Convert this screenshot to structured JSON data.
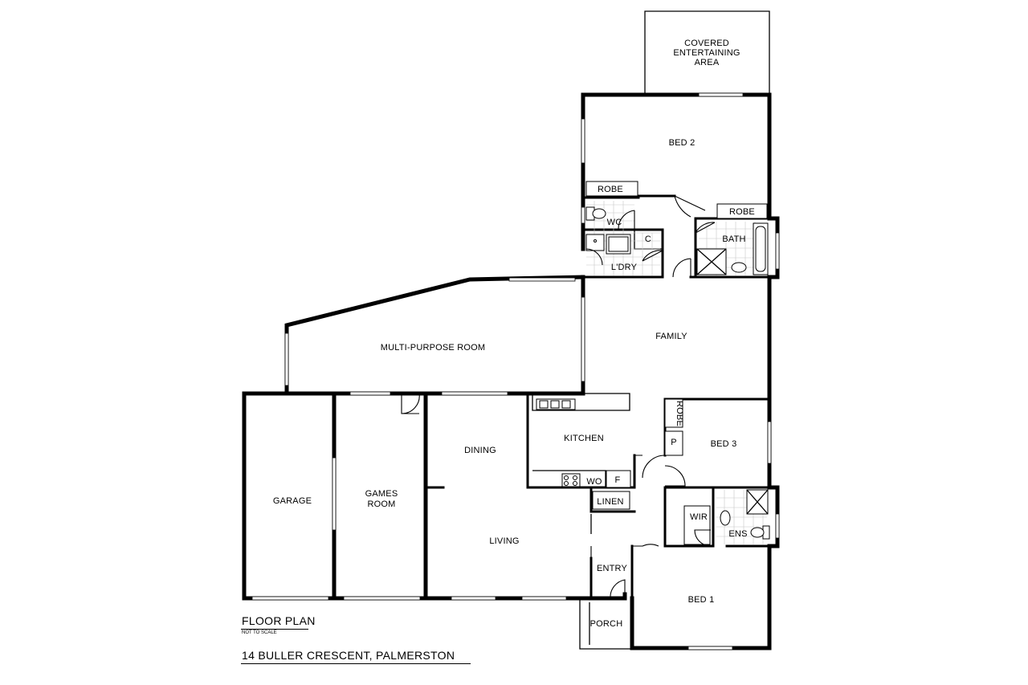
{
  "plan": {
    "title": "FLOOR PLAN",
    "note": "NOT TO SCALE",
    "address": "14 BULLER CRESCENT, PALMERSTON"
  },
  "rooms": {
    "covered_line1": "COVERED",
    "covered_line2": "ENTERTAINING",
    "covered_line3": "AREA",
    "bed2": "BED 2",
    "robe_left": "ROBE",
    "robe_right": "ROBE",
    "wc": "WC",
    "c": "C",
    "ldry": "L'DRY",
    "bath": "BATH",
    "multi": "MULTI-PURPOSE ROOM",
    "family": "FAMILY",
    "kitchen": "KITCHEN",
    "dining": "DINING",
    "robe_vertical": "ROBE",
    "p": "P",
    "bed3": "BED 3",
    "wo": "WO",
    "f": "F",
    "linen": "LINEN",
    "wir": "WIR",
    "ens": "ENS",
    "garage": "GARAGE",
    "games_line1": "GAMES",
    "games_line2": "ROOM",
    "living": "LIVING",
    "entry": "ENTRY",
    "bed1": "BED 1",
    "porch": "PORCH"
  }
}
